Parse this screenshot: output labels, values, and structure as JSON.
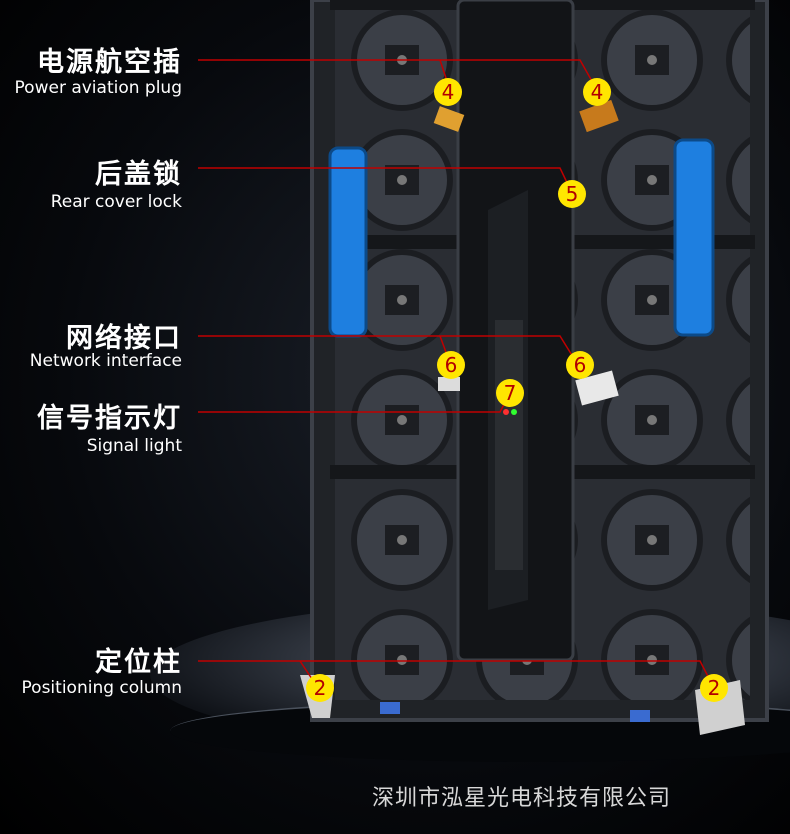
{
  "features": [
    {
      "cn": "电源航空插",
      "en": "Power aviation plug"
    },
    {
      "cn": "后盖锁",
      "en": "Rear cover lock"
    },
    {
      "cn": "网络接口",
      "en": "Network interface"
    },
    {
      "cn": "信号指示灯",
      "en": "Signal light"
    },
    {
      "cn": "定位柱",
      "en": "Positioning column"
    }
  ],
  "badges": [
    "4",
    "4",
    "5",
    "6",
    "6",
    "7",
    "2",
    "2"
  ],
  "company": "深圳市泓星光电科技有限公司",
  "colors": {
    "callout_line": "#c00000",
    "badge_fill": "#ffe600",
    "badge_text": "#b20000",
    "handle_blue": "#1e7fe0"
  }
}
